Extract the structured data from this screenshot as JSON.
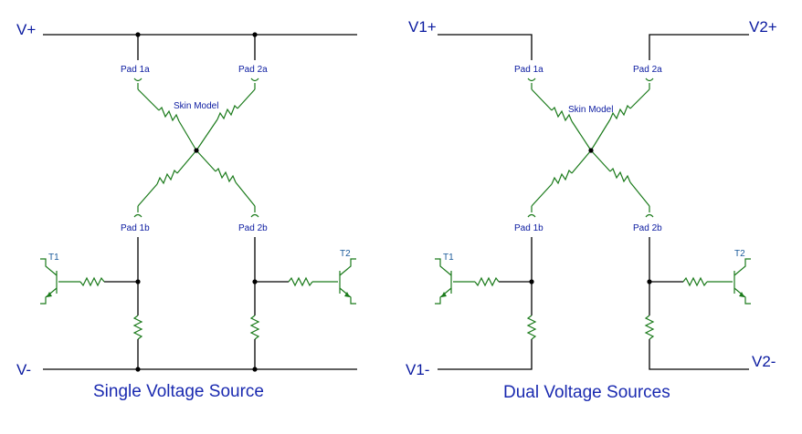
{
  "colors": {
    "wire": "#000000",
    "component": "#1a7a1a",
    "label": "#0a1aa0",
    "caption": "#1a2ab0"
  },
  "left": {
    "rail_top": "V+",
    "rail_bottom": "V-",
    "pad1a": "Pad 1a",
    "pad2a": "Pad 2a",
    "pad1b": "Pad 1b",
    "pad2b": "Pad 2b",
    "skin": "Skin Model",
    "t1": "T1",
    "t2": "T2",
    "caption": "Single Voltage Source"
  },
  "right": {
    "rail_top_left": "V1+",
    "rail_top_right": "V2+",
    "rail_bottom_left": "V1-",
    "rail_bottom_right": "V2-",
    "pad1a": "Pad 1a",
    "pad2a": "Pad 2a",
    "pad1b": "Pad 1b",
    "pad2b": "Pad 2b",
    "skin": "Skin Model",
    "t1": "T1",
    "t2": "T2",
    "caption": "Dual Voltage Sources"
  }
}
